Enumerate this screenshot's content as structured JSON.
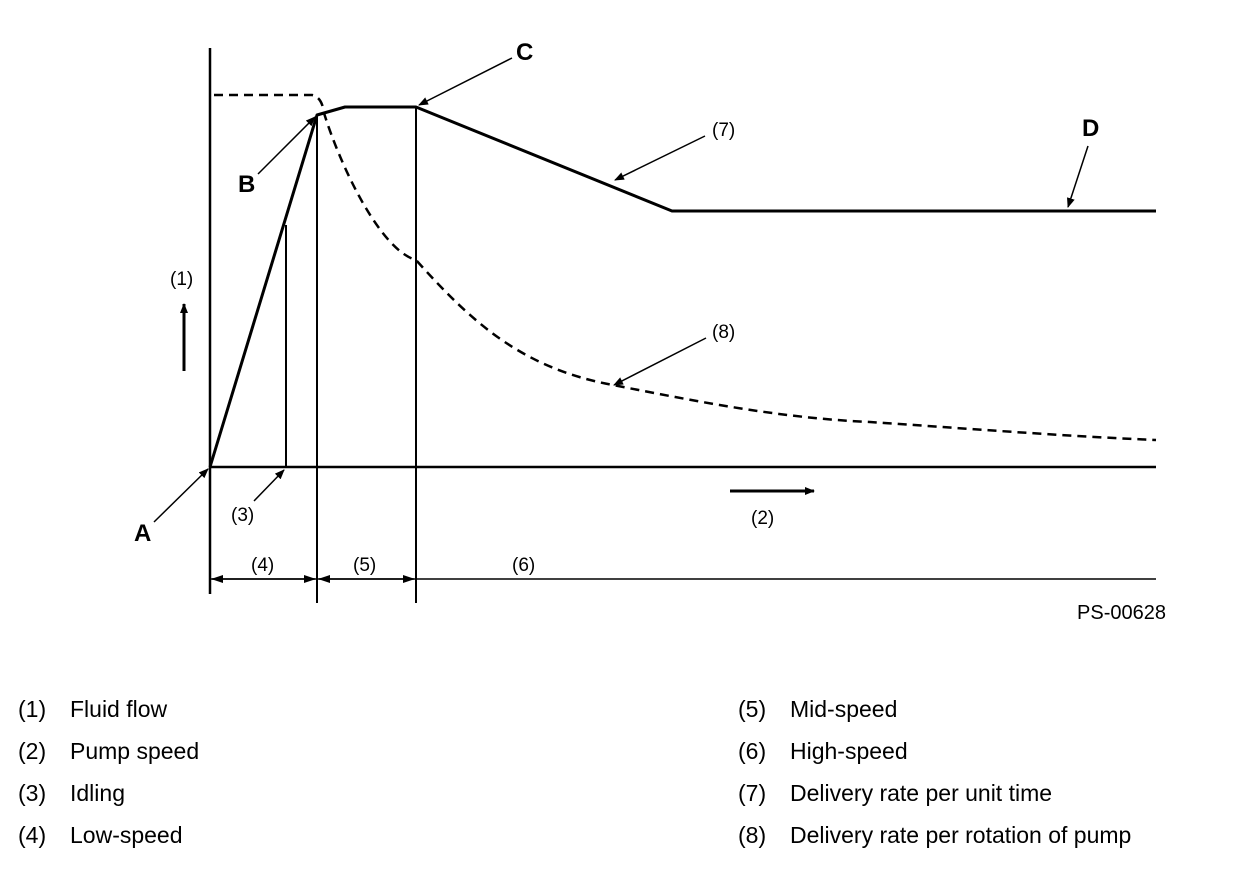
{
  "figure_code": "PS-00628",
  "points": {
    "A": "A",
    "B": "B",
    "C": "C",
    "D": "D"
  },
  "callouts": {
    "c1": "(1)",
    "c2": "(2)",
    "c3": "(3)",
    "c4": "(4)",
    "c5": "(5)",
    "c6": "(6)",
    "c7": "(7)",
    "c8": "(8)"
  },
  "legend": {
    "left": [
      {
        "num": "(1)",
        "text": "Fluid flow"
      },
      {
        "num": "(2)",
        "text": "Pump speed"
      },
      {
        "num": "(3)",
        "text": "Idling"
      },
      {
        "num": "(4)",
        "text": "Low-speed"
      }
    ],
    "right": [
      {
        "num": "(5)",
        "text": "Mid-speed"
      },
      {
        "num": "(6)",
        "text": "High-speed"
      },
      {
        "num": "(7)",
        "text": "Delivery rate per unit time"
      },
      {
        "num": "(8)",
        "text": "Delivery rate per rotation of pump"
      }
    ]
  }
}
